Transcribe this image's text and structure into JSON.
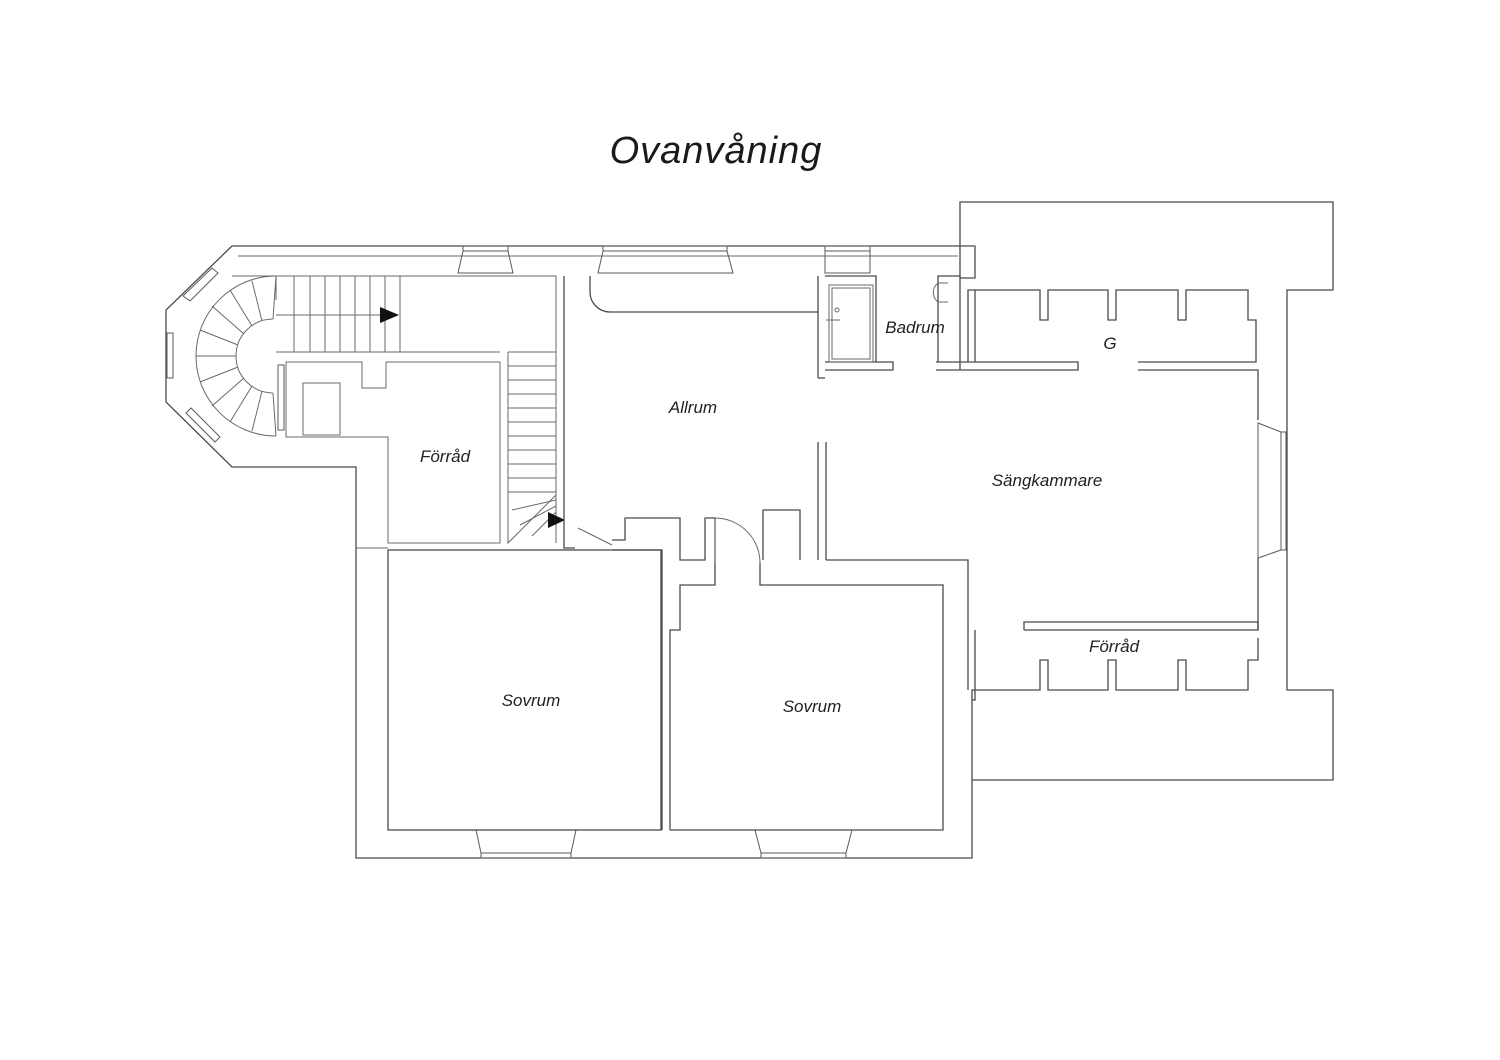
{
  "title": "Ovanvåning",
  "rooms": {
    "allrum": "Allrum",
    "badrum": "Badrum",
    "g": "G",
    "forrad_left": "Förråd",
    "sangkammare": "Sängkammare",
    "forrad_right": "Förråd",
    "sovrum_left": "Sovrum",
    "sovrum_right": "Sovrum"
  },
  "icons": {
    "stair_arrow": "stair-direction-arrow",
    "shower": "shower-icon"
  },
  "colors": {
    "line": "#4a4a4a",
    "text": "#222222",
    "background": "#ffffff"
  }
}
